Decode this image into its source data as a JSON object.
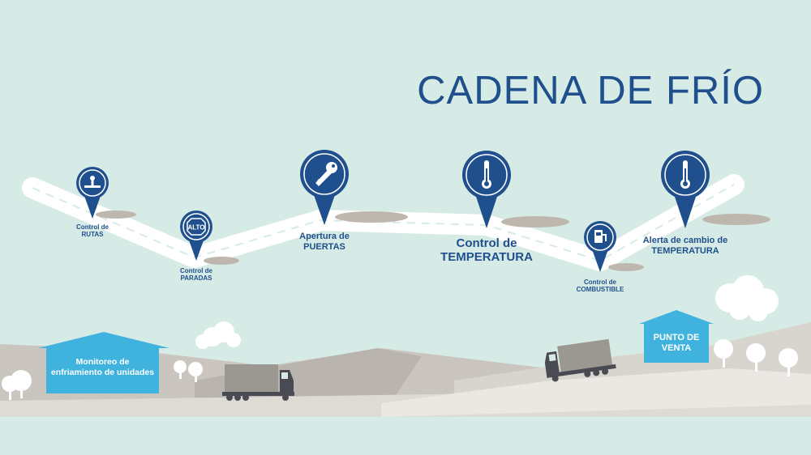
{
  "title": "CADENA DE FRÍO",
  "checkpoints": [
    {
      "icon": "route-marker-icon",
      "line1": "Control de",
      "line2": "RUTAS"
    },
    {
      "icon": "stop-sign-icon",
      "icon_text": "ALTO",
      "line1": "Control de",
      "line2": "PARADAS"
    },
    {
      "icon": "key-icon",
      "line1": "Apertura de",
      "line2": "PUERTAS"
    },
    {
      "icon": "thermometer-icon",
      "line1": "Control de",
      "line2": "TEMPERATURA"
    },
    {
      "icon": "fuel-pump-icon",
      "line1": "Control de",
      "line2": "COMBUSTIBLE"
    },
    {
      "icon": "thermometer-icon",
      "line1": "Alerta de cambio de",
      "line2": "TEMPERATURA"
    }
  ],
  "buildings": {
    "monitoring": {
      "line1": "Monitoreo de",
      "line2": "enfriamiento de unidades"
    },
    "point_of_sale": {
      "line1": "PUNTO DE",
      "line2": "VENTA"
    }
  },
  "colors": {
    "background": "#d7ebe6",
    "navy": "#1f4f8c",
    "building": "#3fb3de",
    "road": "#ffffff",
    "hills": "#c9c4bc"
  }
}
